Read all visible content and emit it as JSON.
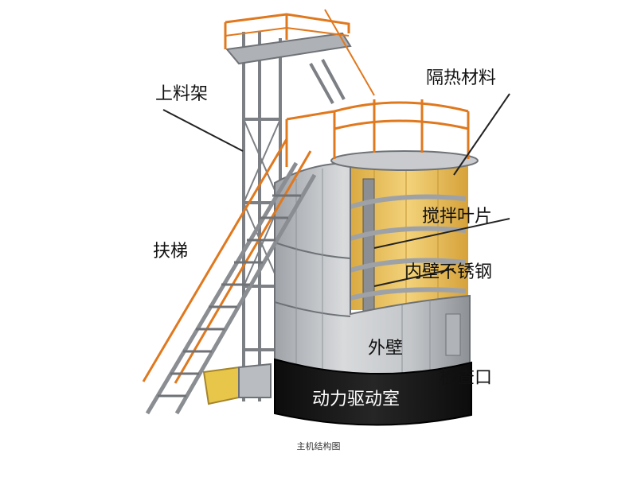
{
  "labels": {
    "feed_rack": "上料架",
    "insulation": "隔热材料",
    "ladder": "扶梯",
    "stirring_blade": "搅拌叶片",
    "inner_wall": "内壁不锈钢",
    "outer_wall": "外壁",
    "inspection_port": "检查口",
    "drive_room": "动力驱动室"
  },
  "caption": "主机结构图",
  "colors": {
    "railing": "#e0781e",
    "insulation": "#e8bf5a",
    "steel": "#b9bcc0",
    "drive_room": "#151515",
    "leader": "#222222"
  }
}
